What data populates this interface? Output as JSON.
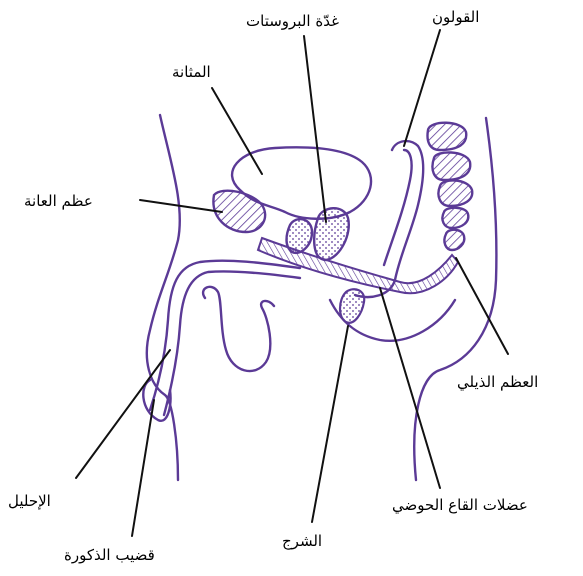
{
  "labels": {
    "colon": "القولون",
    "prostate": "غدّة البروستات",
    "bladder": "المثانة",
    "pubic_bone": "عظم العانة",
    "coccyx": "العظم الذيلي",
    "vas_deferens": "الإحليل",
    "pelvic_floor_muscles": "عضلات القاع الحوضي",
    "anus": "الشرج",
    "penis_shaft": "قضيب الذكورة"
  },
  "colors": {
    "outline": "#5b3a96",
    "leader": "#111111",
    "text": "#000000",
    "background": "#ffffff"
  }
}
